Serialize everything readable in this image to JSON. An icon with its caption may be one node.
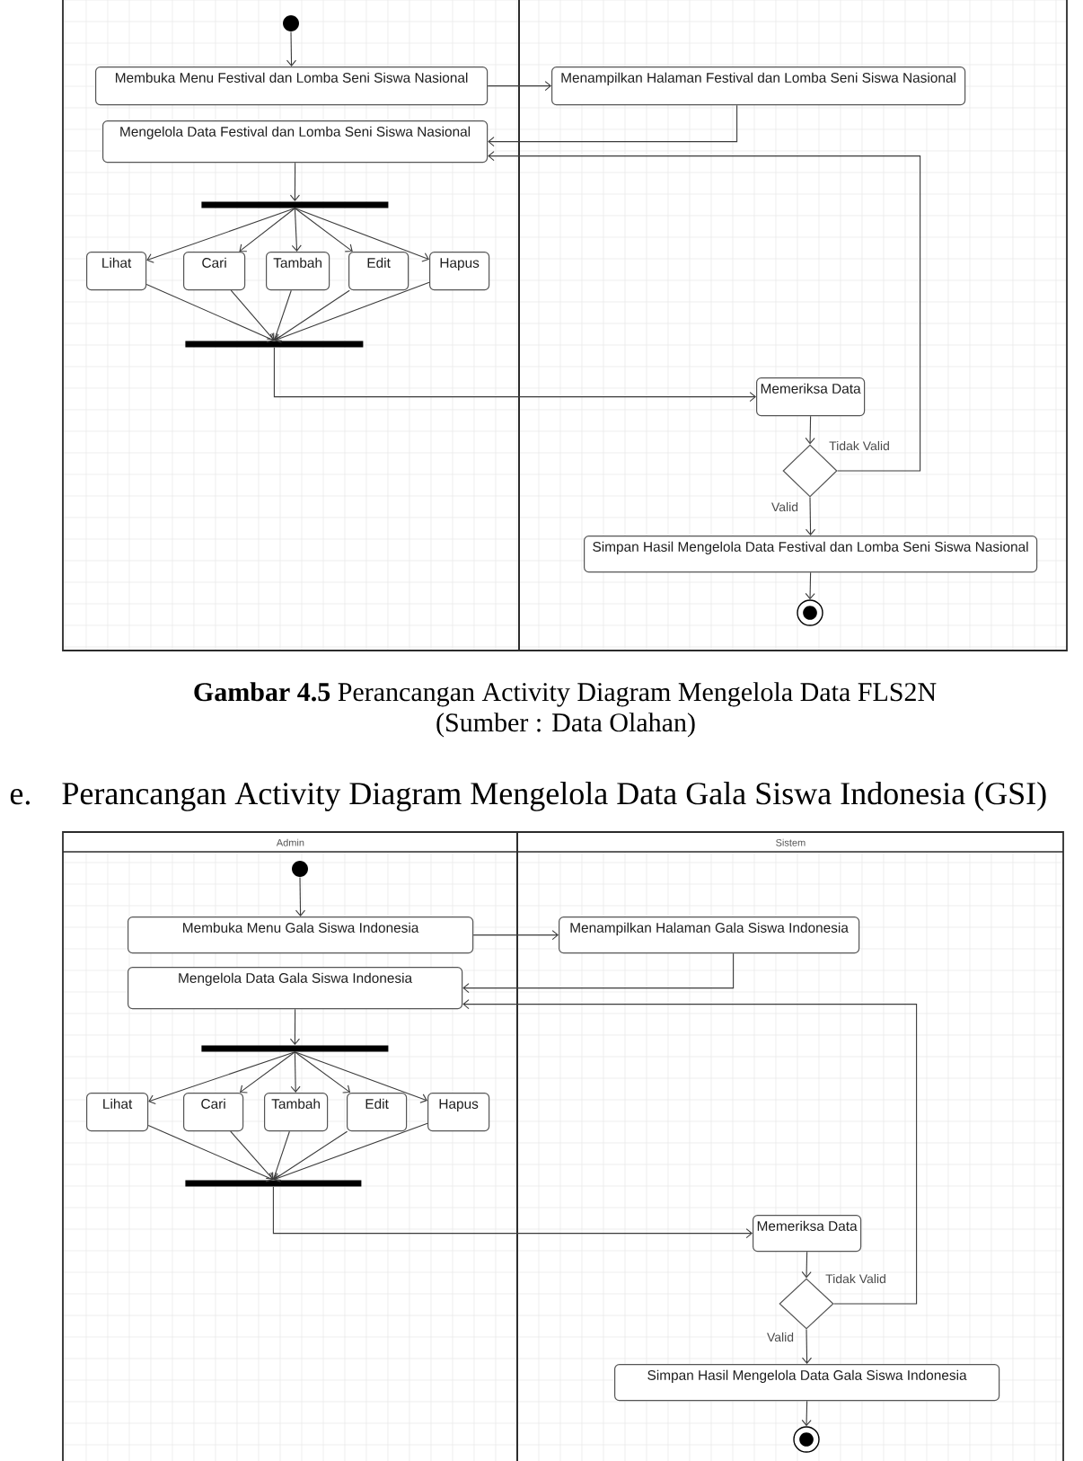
{
  "diagram": {
    "title": "Perancangan Activity Diagram Mengelola Data Gala Siswa Indonesia (GSI)",
    "caption": "**Gambar 4.5** Perancangan Activity Diagram Mengelola Data FLS2N",
    "nodes": [
      {
        "text": [],
        "shape": "box"
      },
      {
        "text": [],
        "shape": "box"
      },
      {
        "text": [],
        "shape": "circle",
        "in": 0
      },
      {
        "text": [
          "Membuka Menu Festival dan Lomba Seni Siswa Nasional"
        ],
        "in": 0
      },
      {
        "text": [
          "Menampilkan Halaman Festival dan Lomba Seni Siswa Nasional"
        ],
        "in": 1
      },
      {
        "text": [
          "Mengelola Data Festival dan Lomba Seni Siswa Nasional"
        ],
        "in": 0
      },
      {
        "text": [],
        "shape": "bar",
        "in": 0
      },
      {
        "text": [
          "Lihat"
        ],
        "in": 0
      },
      {
        "text": [
          "Cari"
        ],
        "in": 0
      },
      {
        "text": [
          "Tambah"
        ],
        "in": 0
      },
      {
        "text": [
          "Edit"
        ],
        "in": 0
      },
      {
        "text": [
          "Hapus"
        ],
        "in": 0
      },
      {
        "text": [],
        "shape": "bar",
        "in": 0
      },
      {
        "text": [
          "Memeriksa Data"
        ],
        "in": 1
      },
      {
        "text": [],
        "shape": "diamond",
        "in": 1
      },
      {
        "text": [
          "Simpan Hasil Mengelola Data Festival dan Lomba Seni Siswa Nasional"
        ],
        "in": 1
      },
      {
        "text": [],
        "shape": "circle",
        "in": 1
      },
      {
        "text": [
          "Admin"
        ]
      },
      {
        "text": [
          "Sistem"
        ]
      },
      {
        "text": [],
        "shape": "circle",
        "in": 17
      },
      {
        "text": [
          "Membuka Menu Gala Siswa Indonesia"
        ],
        "in": 17
      },
      {
        "text": [
          "Menampilkan Halaman Gala Siswa Indonesia"
        ],
        "in": 18
      },
      {
        "text": [
          "Mengelola Data Gala Siswa Indonesia"
        ],
        "in": 17
      },
      {
        "text": [],
        "shape": "bar",
        "in": 17
      },
      {
        "text": [
          "Lihat"
        ],
        "in": 17
      },
      {
        "text": [
          "Cari"
        ],
        "in": 17
      },
      {
        "text": [
          "Tambah"
        ],
        "in": 17
      },
      {
        "text": [
          "Edit"
        ],
        "in": 17
      },
      {
        "text": [
          "Hapus"
        ],
        "in": 17
      },
      {
        "text": [],
        "shape": "bar",
        "in": 17
      },
      {
        "text": [
          "Memeriksa Data"
        ],
        "in": 18
      },
      {
        "text": [],
        "shape": "diamond",
        "in": 18
      },
      {
        "text": [
          "Simpan Hasil Mengelola Data Gala Siswa Indonesia"
        ],
        "in": 18
      },
      {
        "text": [],
        "shape": "circle",
        "in": 18
      }
    ],
    "edges": [
      {
        "from": 2,
        "to": 3,
        "arrow": "to"
      },
      {
        "from": 3,
        "to": 4,
        "arrow": "to"
      },
      {
        "from": 4,
        "to": 5,
        "arrow": "to"
      },
      {
        "from": 5,
        "to": 6,
        "arrow": "to"
      },
      {
        "from": 6,
        "to": 7,
        "arrow": "to"
      },
      {
        "from": 6,
        "to": 8,
        "arrow": "to"
      },
      {
        "from": 6,
        "to": 9,
        "arrow": "to"
      },
      {
        "from": 6,
        "to": 10,
        "arrow": "to"
      },
      {
        "from": 6,
        "to": 11,
        "arrow": "to"
      },
      {
        "from": 7,
        "to": 12,
        "arrow": "to"
      },
      {
        "from": 8,
        "to": 12,
        "arrow": "to"
      },
      {
        "from": 9,
        "to": 12,
        "arrow": "to"
      },
      {
        "from": 10,
        "to": 12,
        "arrow": "to"
      },
      {
        "from": 11,
        "to": 12,
        "arrow": "to"
      },
      {
        "from": 12,
        "to": 13,
        "arrow": "to"
      },
      {
        "from": 13,
        "to": 14,
        "arrow": "to"
      },
      {
        "from": 14,
        "to": 5,
        "arrow": "to",
        "label": "Tidak Valid"
      },
      {
        "from": 14,
        "to": 15,
        "arrow": "to",
        "label": "Valid"
      },
      {
        "from": 15,
        "to": 16,
        "arrow": "to"
      },
      {
        "from": 19,
        "to": 20,
        "arrow": "to"
      },
      {
        "from": 20,
        "to": 21,
        "arrow": "to"
      },
      {
        "from": 21,
        "to": 22,
        "arrow": "to"
      },
      {
        "from": 22,
        "to": 23,
        "arrow": "to"
      },
      {
        "from": 23,
        "to": 24,
        "arrow": "to"
      },
      {
        "from": 23,
        "to": 25,
        "arrow": "to"
      },
      {
        "from": 23,
        "to": 26,
        "arrow": "to"
      },
      {
        "from": 23,
        "to": 27,
        "arrow": "to"
      },
      {
        "from": 23,
        "to": 28,
        "arrow": "to"
      },
      {
        "from": 24,
        "to": 29,
        "arrow": "to"
      },
      {
        "from": 25,
        "to": 29,
        "arrow": "to"
      },
      {
        "from": 26,
        "to": 29,
        "arrow": "to"
      },
      {
        "from": 27,
        "to": 29,
        "arrow": "to"
      },
      {
        "from": 28,
        "to": 29,
        "arrow": "to"
      },
      {
        "from": 29,
        "to": 30,
        "arrow": "to"
      },
      {
        "from": 30,
        "to": 31,
        "arrow": "to"
      },
      {
        "from": 31,
        "to": 22,
        "arrow": "to",
        "label": "Tidak Valid"
      },
      {
        "from": 31,
        "to": 32,
        "arrow": "to",
        "label": "Valid"
      },
      {
        "from": 32,
        "to": 33,
        "arrow": "to"
      }
    ],
    "labels": [
      "(Sumber : Data Olahan)",
      "e."
    ]
  }
}
